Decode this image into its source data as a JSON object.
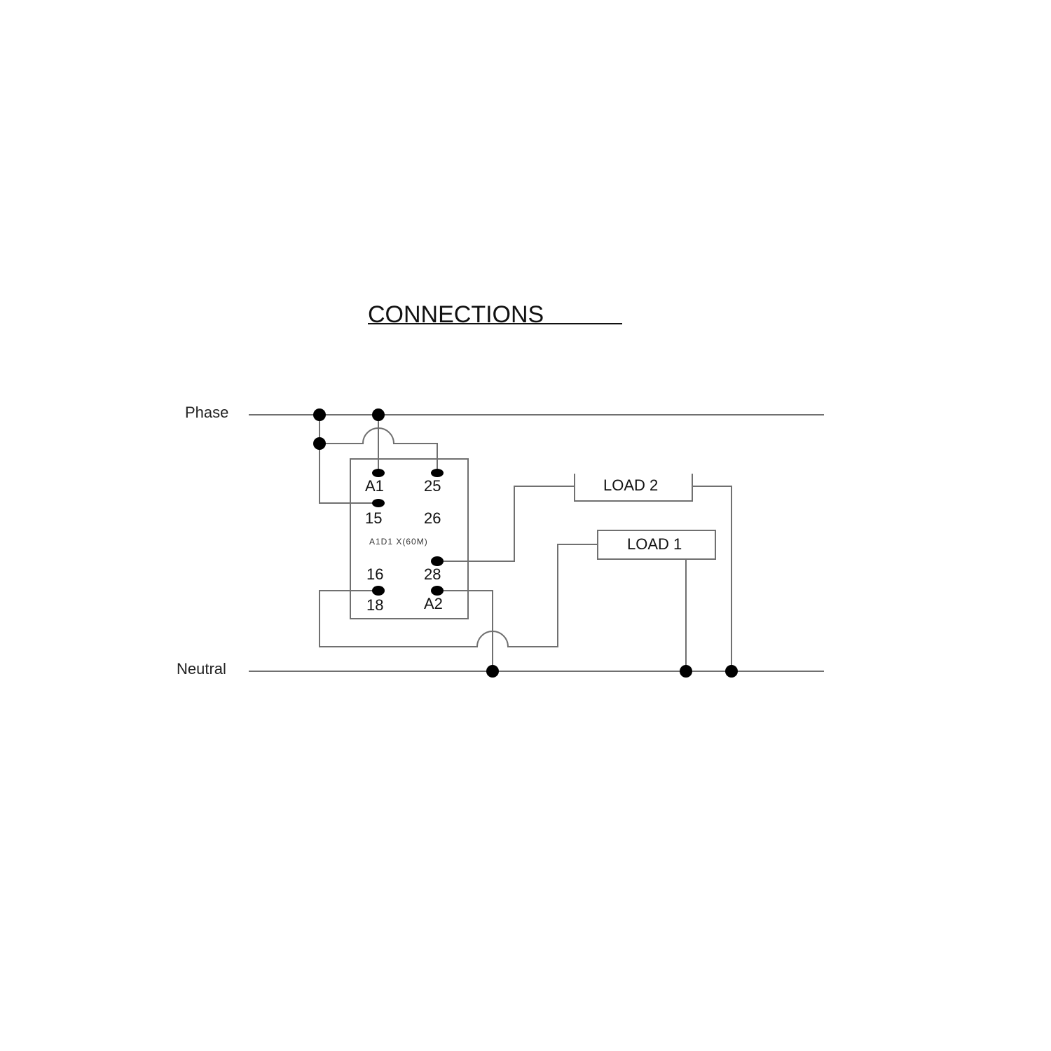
{
  "title": "CONNECTIONS",
  "rails": {
    "phase": "Phase",
    "neutral": "Neutral"
  },
  "relay": {
    "model": "A1D1 X(60M)",
    "terminals": {
      "a1": "A1",
      "t25": "25",
      "t15": "15",
      "t26": "26",
      "t16": "16",
      "t28": "28",
      "t18": "18",
      "a2": "A2"
    }
  },
  "loads": {
    "load2": "LOAD 2",
    "load1": "LOAD 1"
  },
  "colors": {
    "wire": "#707070",
    "dot": "#000000",
    "text": "#111111"
  }
}
